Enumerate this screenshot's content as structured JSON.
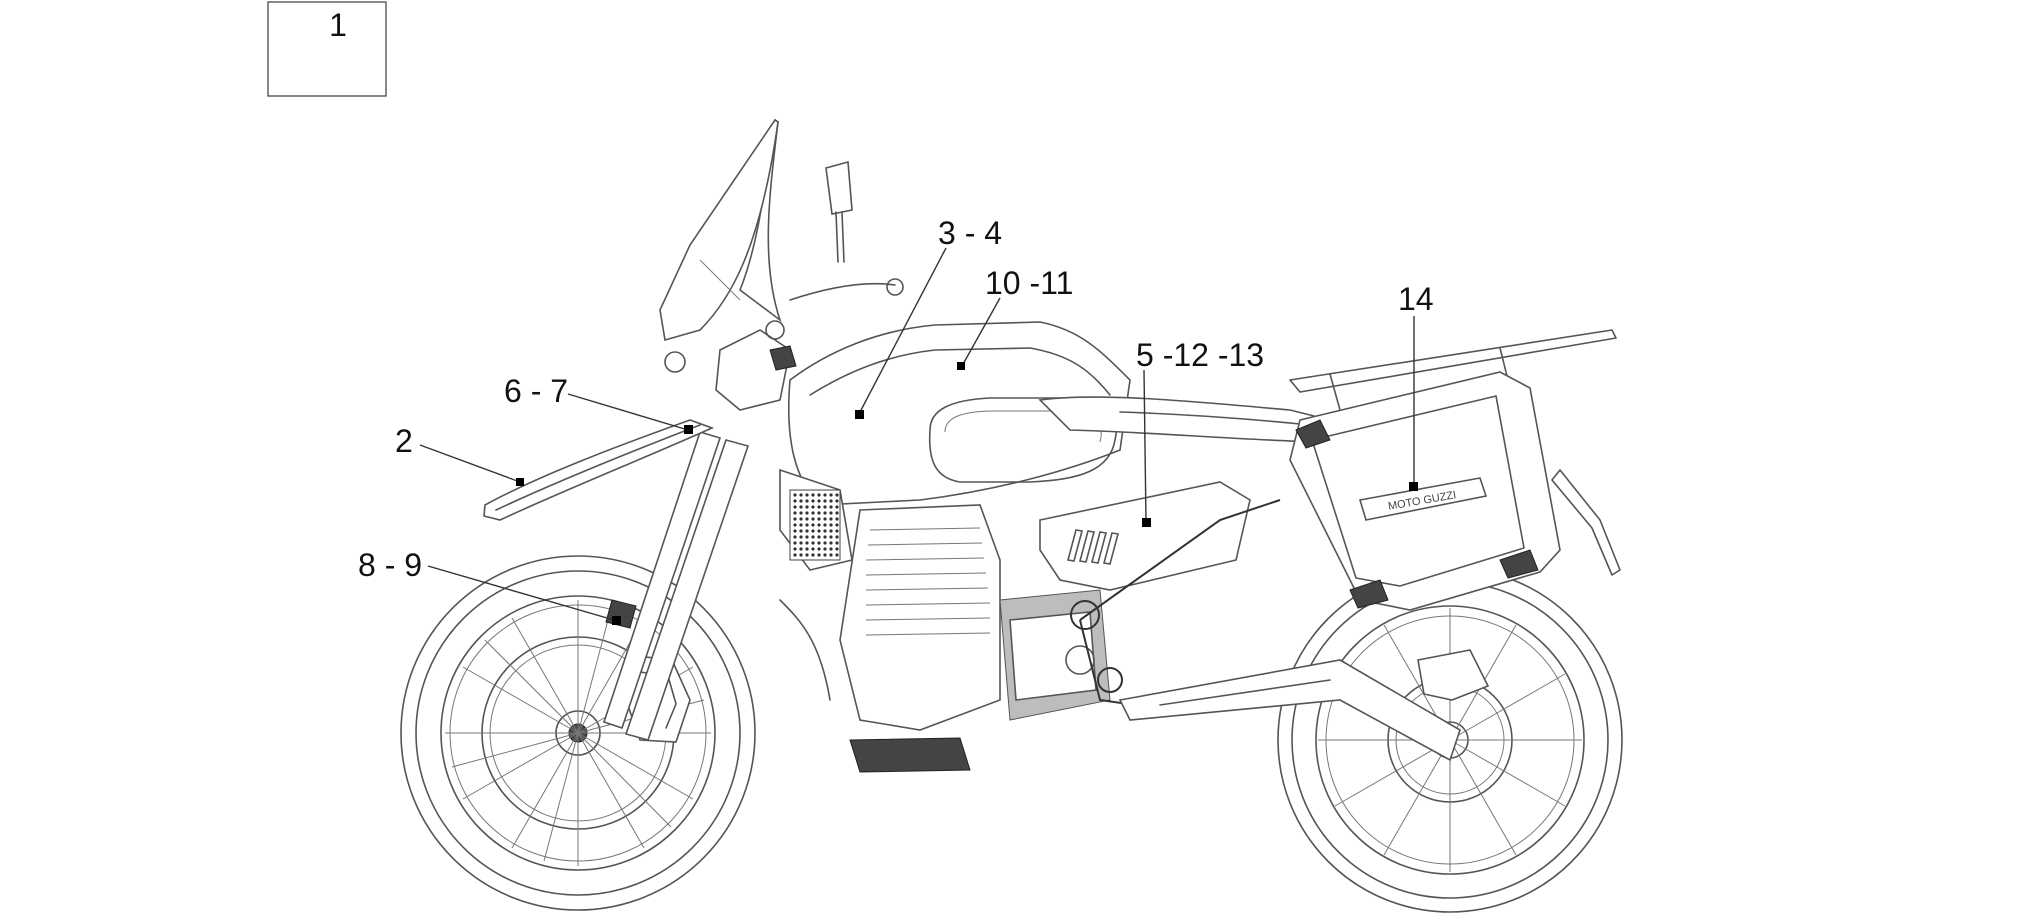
{
  "callouts": {
    "c1": "1",
    "c2": "2",
    "c3_4": "3 - 4",
    "c5_12_13": "5 -12 -13",
    "c6_7": "6 - 7",
    "c8_9": "8 - 9",
    "c10_11": "10 -11",
    "c14": "14"
  },
  "case_logo": "MOTO GUZZI",
  "colors": {
    "line": "#555555",
    "ink": "#111111",
    "background": "#ffffff"
  }
}
